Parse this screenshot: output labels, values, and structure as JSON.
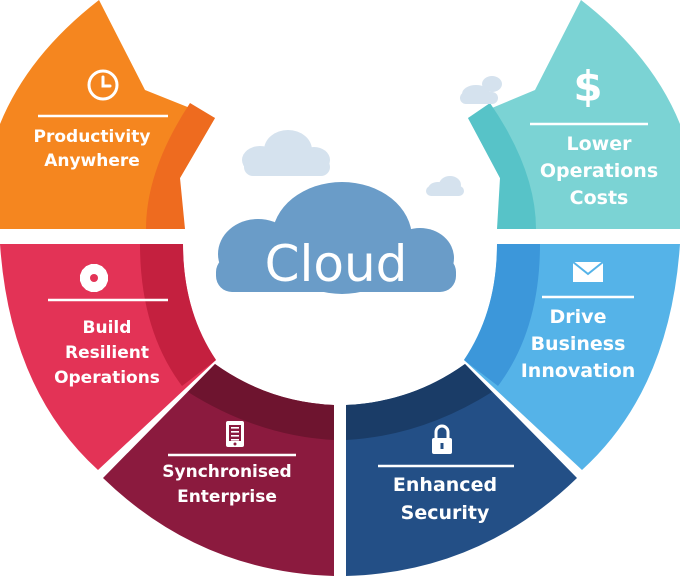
{
  "center": {
    "label": "Cloud"
  },
  "segments": [
    {
      "id": "productivity",
      "lines": [
        "Productivity",
        "Anywhere"
      ],
      "icon": "clock-icon",
      "color": "#f5861f",
      "inner_color": "#ee6b1f"
    },
    {
      "id": "lower-costs",
      "lines": [
        "Lower",
        "Operations",
        "Costs"
      ],
      "icon": "dollar-icon",
      "color": "#7bd3d4",
      "inner_color": "#57c3c8"
    },
    {
      "id": "resilient",
      "lines": [
        "Build",
        "Resilient",
        "Operations"
      ],
      "icon": "gear-icon",
      "color": "#e33356",
      "inner_color": "#c4203f"
    },
    {
      "id": "innovation",
      "lines": [
        "Drive",
        "Business",
        "Innovation"
      ],
      "icon": "envelope-icon",
      "color": "#55b3e8",
      "inner_color": "#3c97da"
    },
    {
      "id": "synchronised",
      "lines": [
        "Synchronised",
        "Enterprise"
      ],
      "icon": "tablet-icon",
      "color": "#8b1a3e",
      "inner_color": "#6e142f"
    },
    {
      "id": "security",
      "lines": [
        "Enhanced",
        "Security"
      ],
      "icon": "lock-icon",
      "color": "#234f86",
      "inner_color": "#1a3c67"
    }
  ],
  "colors": {
    "cloud": "#6a9cc8",
    "cloud_light": "#d5e2ee"
  }
}
